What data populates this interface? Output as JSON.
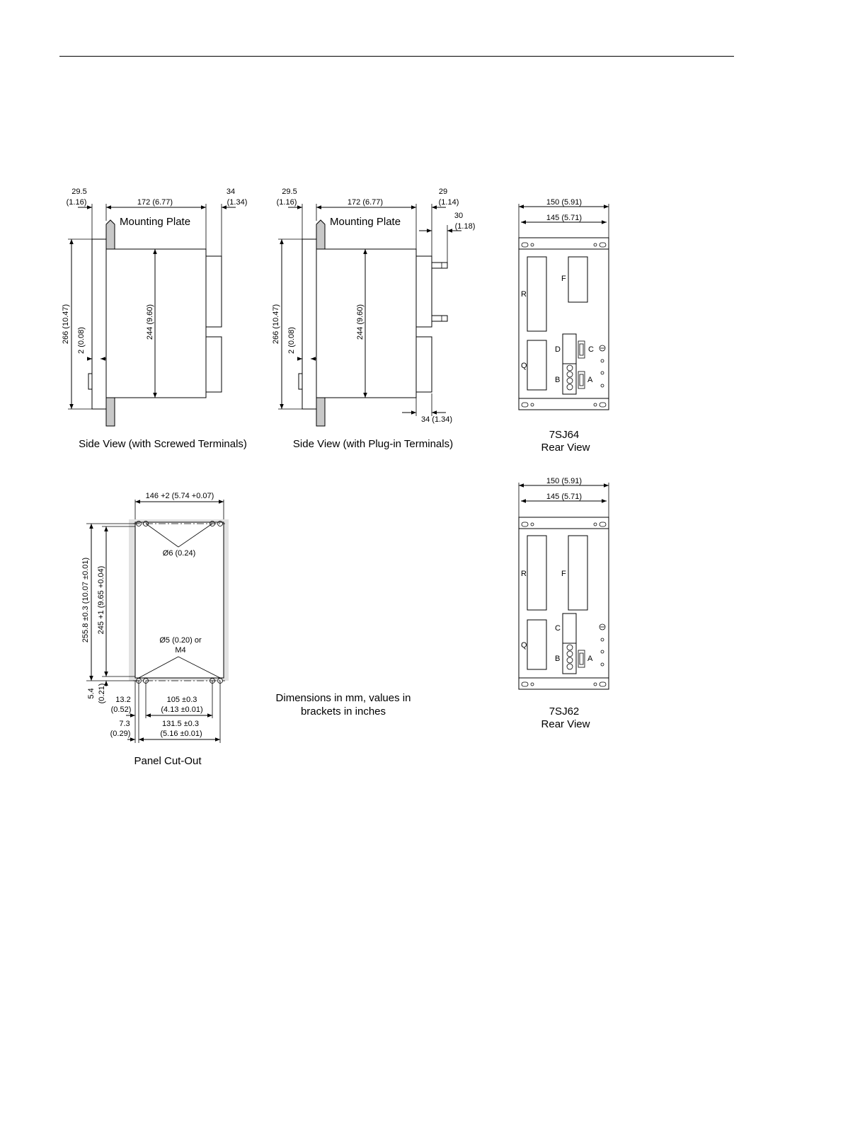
{
  "side_screwed": {
    "dim_left_mm": "29.5",
    "dim_left_in": "(1.16)",
    "dim_depth": "172 (6.77)",
    "dim_right_mm": "34",
    "dim_right_in": "(1.34)",
    "mounting_plate": "Mounting Plate",
    "dim_height": "266 (10.47)",
    "dim_plate": "2 (0.08)",
    "dim_inner": "244 (9.60)",
    "caption": "Side View (with Screwed Terminals)"
  },
  "side_plugin": {
    "dim_left_mm": "29.5",
    "dim_left_in": "(1.16)",
    "dim_depth": "172 (6.77)",
    "dim_right_mm": "29",
    "dim_right_in": "(1.14)",
    "dim_plug_mm": "30",
    "dim_plug_in": "(1.18)",
    "mounting_plate": "Mounting Plate",
    "dim_height": "266 (10.47)",
    "dim_plate": "2 (0.08)",
    "dim_inner": "244 (9.60)",
    "dim_bottom": "34 (1.34)",
    "caption": "Side View (with Plug-in Terminals)"
  },
  "rear_7sj64": {
    "dim_outer": "150 (5.91)",
    "dim_inner": "145 (5.71)",
    "label_r": "R",
    "label_f": "F",
    "label_q": "Q",
    "label_d": "D",
    "label_c": "C",
    "label_b": "B",
    "label_a": "A",
    "caption_model": "7SJ64",
    "caption_view": "Rear View"
  },
  "rear_7sj62": {
    "dim_outer": "150 (5.91)",
    "dim_inner": "145 (5.71)",
    "label_r": "R",
    "label_f": "F",
    "label_q": "Q",
    "label_c": "C",
    "label_b": "B",
    "label_a": "A",
    "caption_model": "7SJ62",
    "caption_view": "Rear View"
  },
  "cutout": {
    "dim_width": "146 +2 (5.74 +0.07)",
    "hole_top": "Ø6 (0.24)",
    "hole_bottom_1": "Ø5 (0.20) or",
    "hole_bottom_2": "M4",
    "dim_height_outer": "255.8 ±0.3 (10.07 ±0.01)",
    "dim_height_inner": "245 +1 (9.65 +0.04)",
    "dim_edge_mm": "5.4",
    "dim_edge_in": "(0.21)",
    "dim_a_mm": "13.2",
    "dim_a_in": "(0.52)",
    "dim_b_mm": "105 ±0.3",
    "dim_b_in": "(4.13 ±0.01)",
    "dim_c_mm": "7.3",
    "dim_c_in": "(0.29)",
    "dim_d_mm": "131.5 ±0.3",
    "dim_d_in": "(5.16 ±0.01)",
    "caption": "Panel Cut-Out"
  },
  "note": {
    "line1": "Dimensions in mm, values in",
    "line2": "brackets in inches"
  }
}
